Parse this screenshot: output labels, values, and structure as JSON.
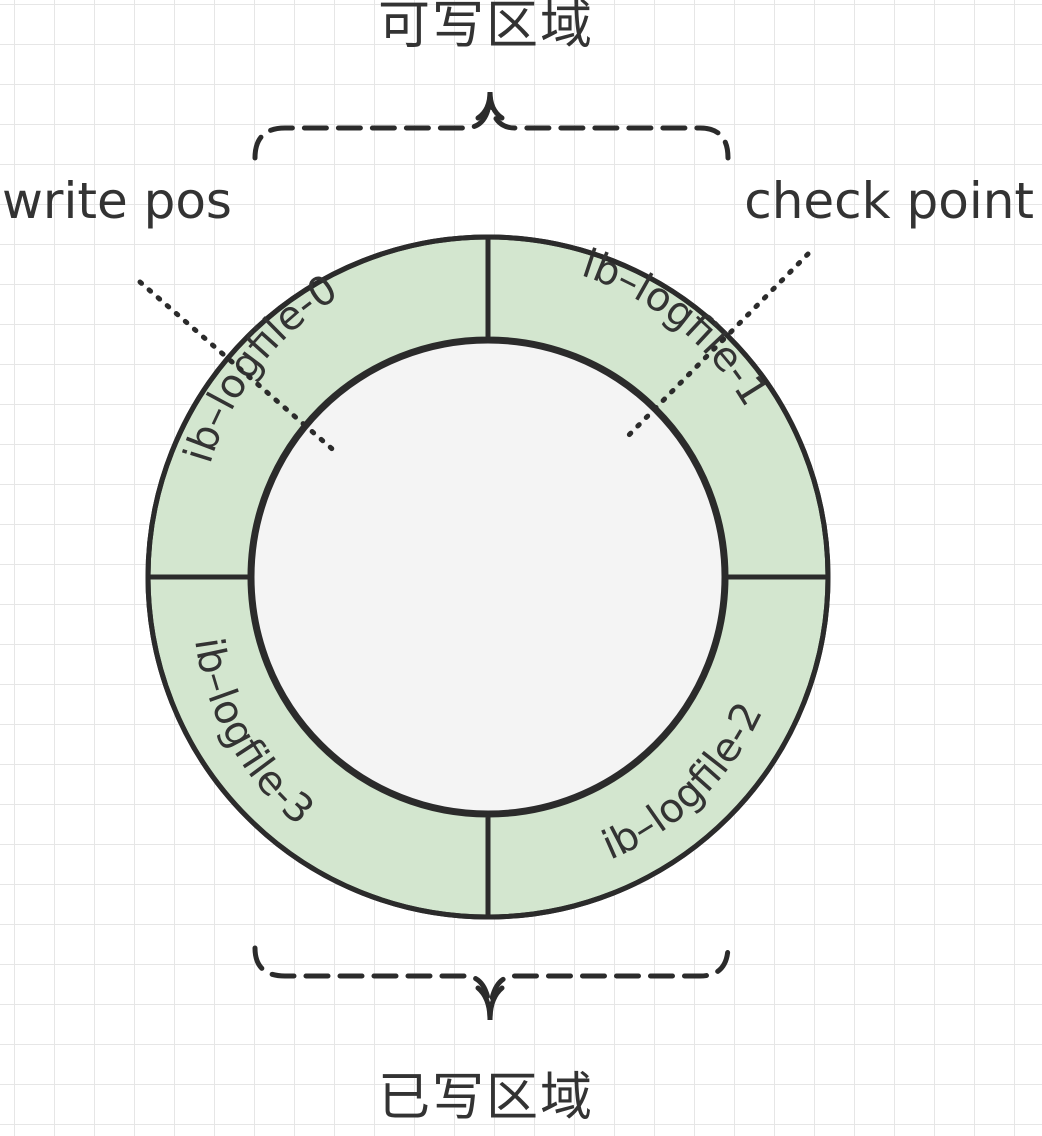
{
  "regions": {
    "writable": "可写区域",
    "written": "已写区域"
  },
  "pointers": {
    "write_pos": "write pos",
    "check_point": "check point"
  },
  "segments": [
    {
      "label": "ib–logfile-0"
    },
    {
      "label": "ib–logfile-1"
    },
    {
      "label": "ib–logfile-2"
    },
    {
      "label": "ib–logfile-3"
    }
  ],
  "colors": {
    "segment_fill": "#d3e6cf",
    "inner_fill": "#f4f4f4",
    "stroke": "#2b2b2b",
    "text": "#333333"
  },
  "icons": {
    "top_brace": "curly-brace-icon",
    "bottom_brace": "curly-brace-icon"
  }
}
